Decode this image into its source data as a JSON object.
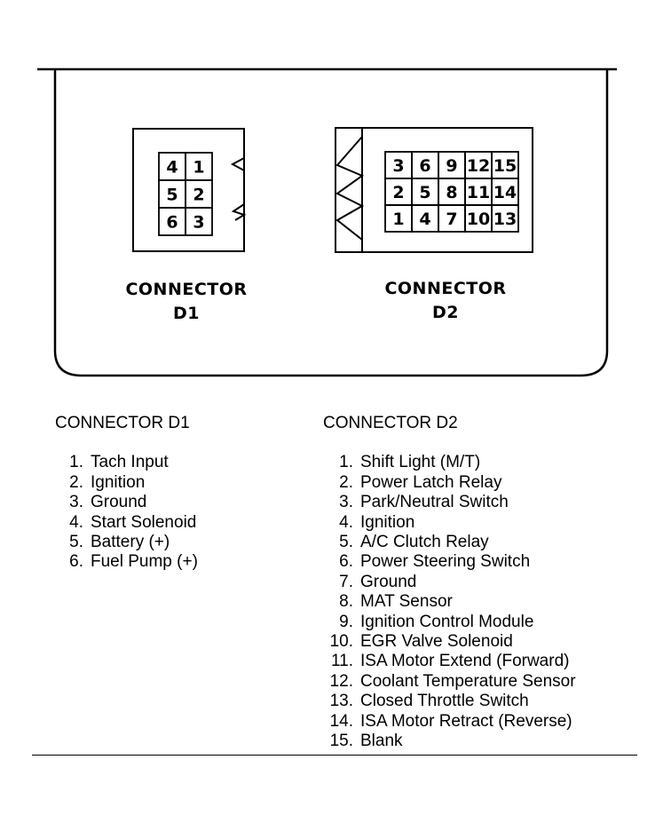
{
  "diagram": {
    "d1": {
      "label_line1": "CONNECTOR",
      "label_line2": "D1",
      "rows": [
        [
          "4",
          "1"
        ],
        [
          "5",
          "2"
        ],
        [
          "6",
          "3"
        ]
      ]
    },
    "d2": {
      "label_line1": "CONNECTOR",
      "label_line2": "D2",
      "rows": [
        [
          "3",
          "6",
          "9",
          "12",
          "15"
        ],
        [
          "2",
          "5",
          "8",
          "11",
          "14"
        ],
        [
          "1",
          "4",
          "7",
          "10",
          "13"
        ]
      ]
    }
  },
  "legend_d1": {
    "title": "CONNECTOR D1",
    "items": [
      {
        "num": "1.",
        "text": "Tach Input"
      },
      {
        "num": "2.",
        "text": "Ignition"
      },
      {
        "num": "3.",
        "text": "Ground"
      },
      {
        "num": "4.",
        "text": "Start Solenoid"
      },
      {
        "num": "5.",
        "text": "Battery (+)"
      },
      {
        "num": "6.",
        "text": "Fuel Pump (+)"
      }
    ]
  },
  "legend_d2": {
    "title": "CONNECTOR D2",
    "items": [
      {
        "num": "1.",
        "text": "Shift Light (M/T)"
      },
      {
        "num": "2.",
        "text": "Power Latch Relay"
      },
      {
        "num": "3.",
        "text": "Park/Neutral Switch"
      },
      {
        "num": "4.",
        "text": "Ignition"
      },
      {
        "num": "5.",
        "text": "A/C Clutch Relay"
      },
      {
        "num": "6.",
        "text": "Power Steering Switch"
      },
      {
        "num": "7.",
        "text": "Ground"
      },
      {
        "num": "8.",
        "text": "MAT Sensor"
      },
      {
        "num": "9.",
        "text": "Ignition Control Module"
      },
      {
        "num": "10.",
        "text": "EGR Valve Solenoid"
      },
      {
        "num": "11.",
        "text": "ISA Motor Extend (Forward)"
      },
      {
        "num": "12.",
        "text": "Coolant Temperature Sensor"
      },
      {
        "num": "13.",
        "text": "Closed Throttle Switch"
      },
      {
        "num": "14.",
        "text": "ISA Motor Retract (Reverse)"
      },
      {
        "num": "15.",
        "text": "Blank"
      }
    ]
  }
}
